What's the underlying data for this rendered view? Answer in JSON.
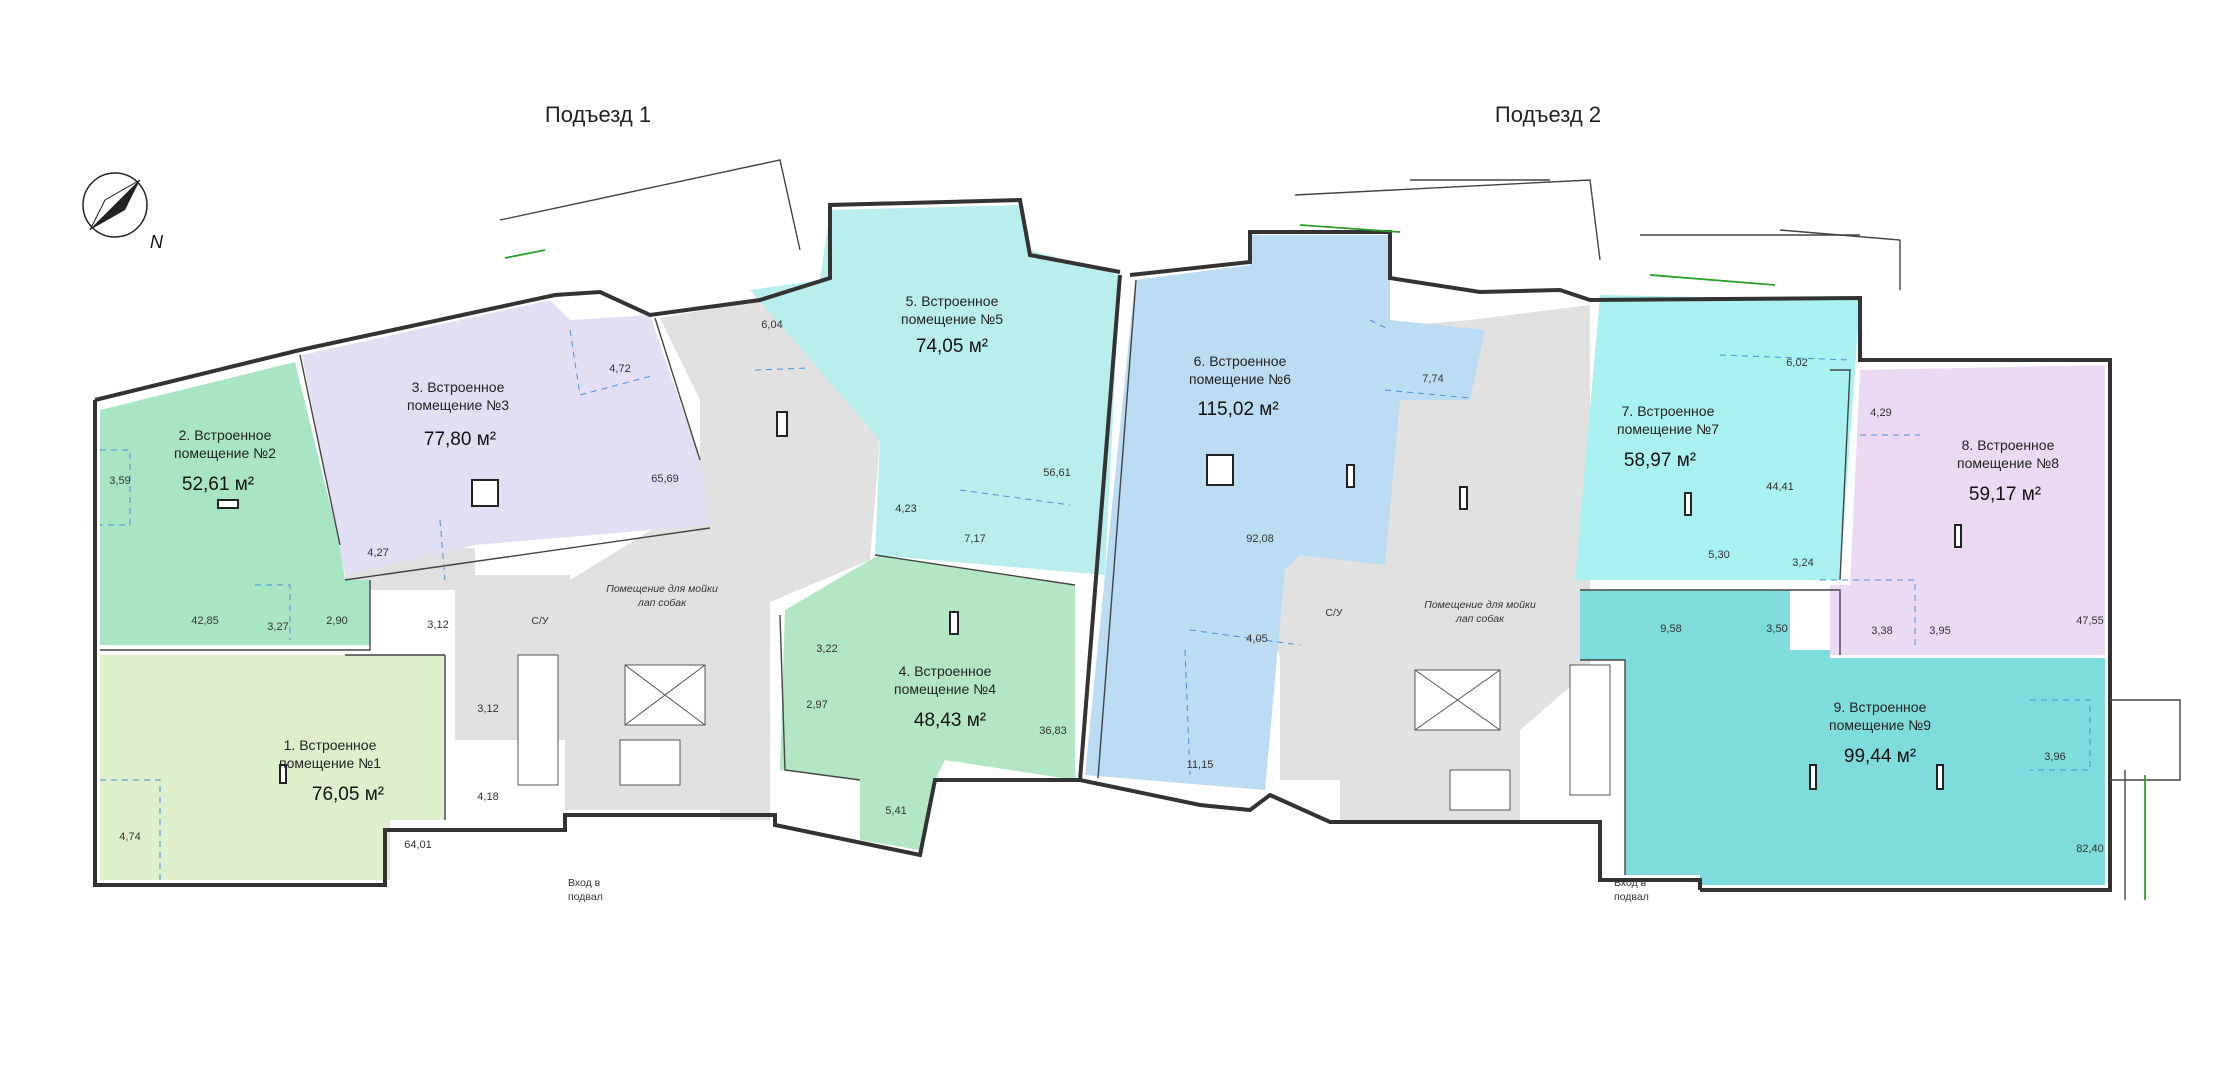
{
  "entrances": [
    {
      "label": "Подъезд 1"
    },
    {
      "label": "Подъезд 2"
    }
  ],
  "compass": {
    "north_label": "N"
  },
  "rooms": [
    {
      "name_line1": "1. Встроенное",
      "name_line2": "помещение №1",
      "area": "76,05 м²",
      "color": "#ddf0cb"
    },
    {
      "name_line1": "2. Встроенное",
      "name_line2": "помещение №2",
      "area": "52,61 м²",
      "color": "#a8e6c3"
    },
    {
      "name_line1": "3. Встроенное",
      "name_line2": "помещение №3",
      "area": "77,80 м²",
      "color": "#e2dff5"
    },
    {
      "name_line1": "4. Встроенное",
      "name_line2": "помещение №4",
      "area": "48,43 м²",
      "color": "#b3e6c3"
    },
    {
      "name_line1": "5. Встроенное",
      "name_line2": "помещение №5",
      "area": "74,05 м²",
      "color": "#b8eeee"
    },
    {
      "name_line1": "6. Встроенное",
      "name_line2": "помещение №6",
      "area": "115,02 м²",
      "color": "#bcdcf3"
    },
    {
      "name_line1": "7. Встроенное",
      "name_line2": "помещение №7",
      "area": "58,97 м²",
      "color": "#aaf1f1"
    },
    {
      "name_line1": "8. Встроенное",
      "name_line2": "помещение №8",
      "area": "59,17 м²",
      "color": "#ecdaf5"
    },
    {
      "name_line1": "9. Встроенное",
      "name_line2": "помещение №9",
      "area": "99,44 м²",
      "color": "#7fdcdc"
    }
  ],
  "sub_areas": [
    "3,59",
    "42,85",
    "3,27",
    "2,90",
    "4,27",
    "3,12",
    "4,72",
    "65,69",
    "6,04",
    "56,61",
    "4,23",
    "7,17",
    "3,12",
    "4,18",
    "4,74",
    "64,01",
    "3,22",
    "2,97",
    "36,83",
    "5,41",
    "7,74",
    "92,08",
    "4,05",
    "11,15",
    "6,02",
    "44,41",
    "5,30",
    "3,24",
    "4,29",
    "47,55",
    "9,58",
    "3,50",
    "3,38",
    "3,95",
    "3,96",
    "82,40"
  ],
  "labels": {
    "wc1": "С/У",
    "wc2": "С/У",
    "dog_wash_1_l1": "Помещение для мойки",
    "dog_wash_1_l2": "лап собак",
    "dog_wash_2_l1": "Помещение для мойки",
    "dog_wash_2_l2": "лап собак",
    "basement_1_l1": "Вход в",
    "basement_1_l2": "подвал",
    "basement_2_l1": "Вход в",
    "basement_2_l2": "подвал"
  }
}
